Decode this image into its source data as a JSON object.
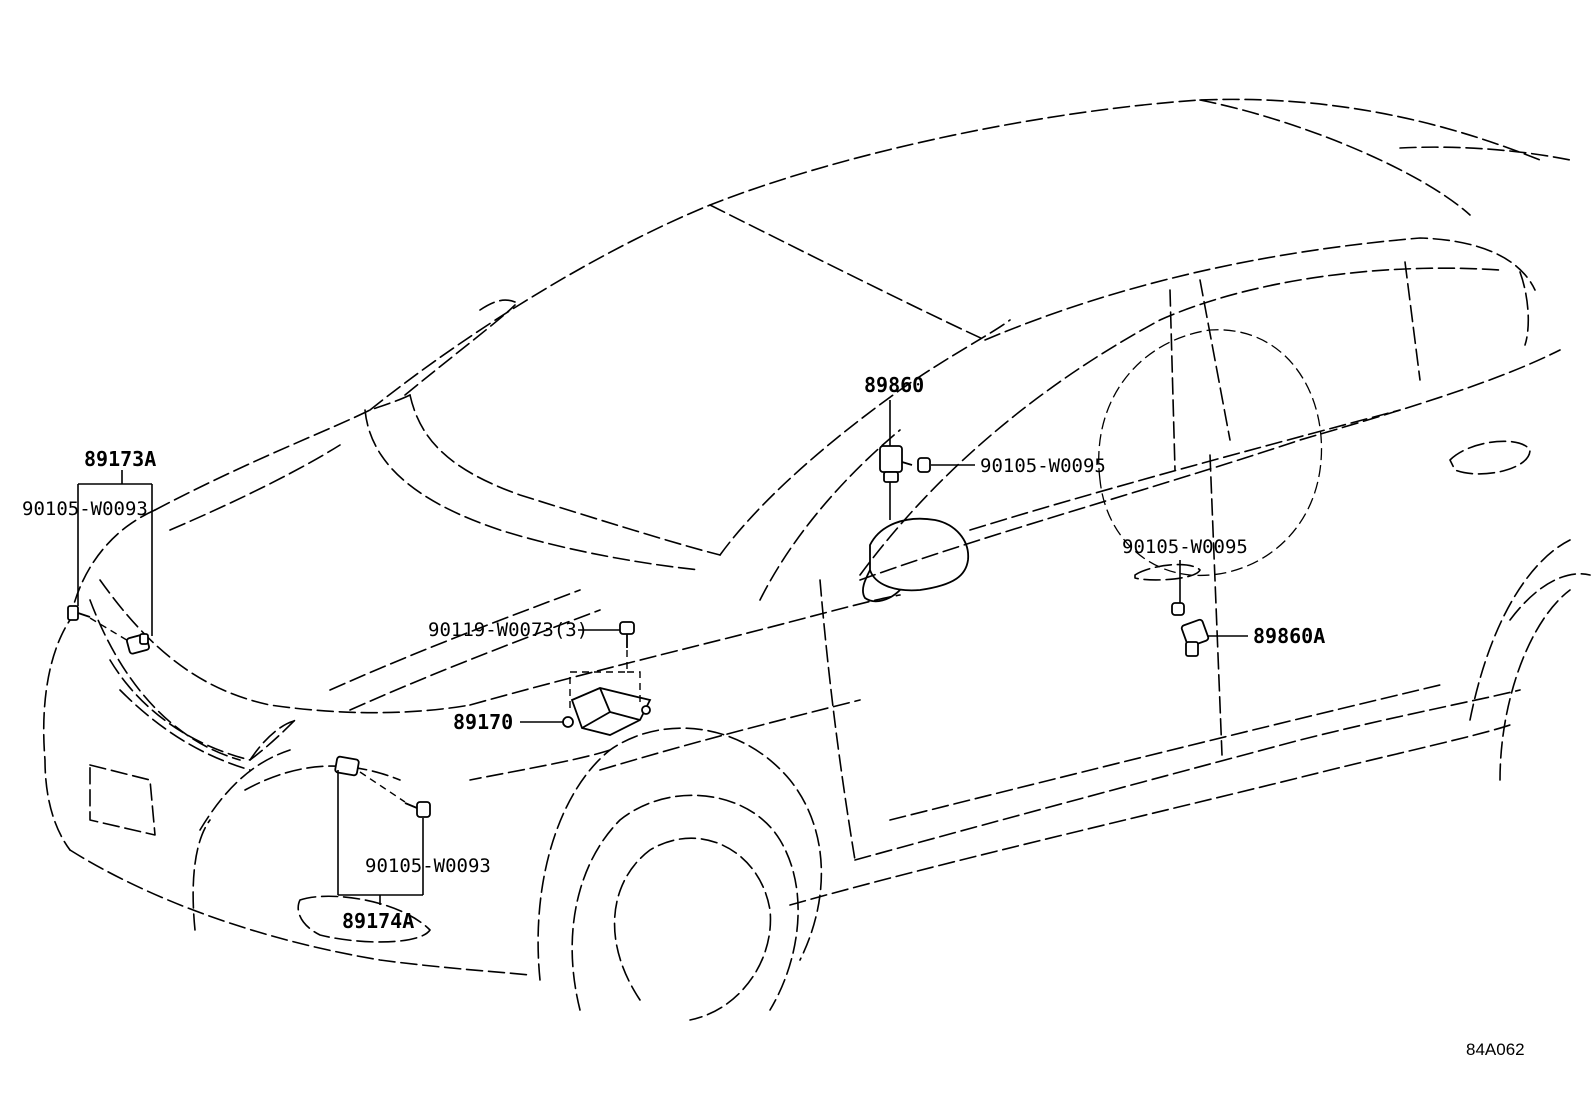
{
  "diagram": {
    "callouts": {
      "p89173A": "89173A",
      "p90105_w0093_top": "90105-W0093",
      "p90119_w0073": "90119-W0073(3)",
      "p89170": "89170",
      "p89174A": "89174A",
      "p90105_w0093_bottom": "90105-W0093",
      "p89860": "89860",
      "p90105_w0095_top": "90105-W0095",
      "p90105_w0095_mid": "90105-W0095",
      "p89860A": "89860A"
    },
    "drawing_code": "84A062"
  }
}
